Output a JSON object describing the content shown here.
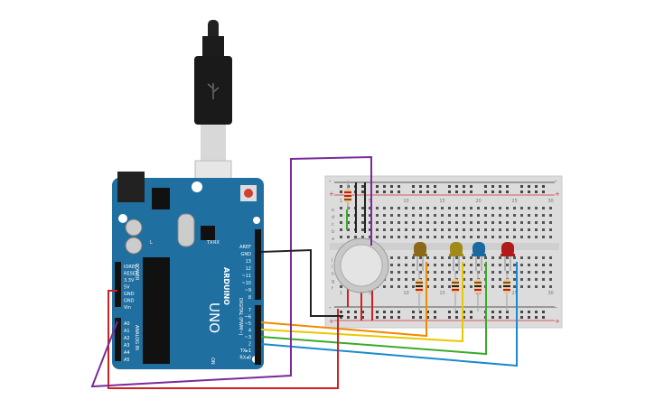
{
  "board": {
    "brand": "ARDUINO",
    "model": "UNO",
    "on_label": "ON",
    "tx_label": "TX",
    "rx_label": "RX",
    "l_label": "L",
    "power_header_title": "POWER",
    "analog_header_title": "ANALOG IN",
    "digital_header_title": "DIGITAL (PWM~)",
    "power_pins": [
      "IOREF",
      "RESET",
      "3.3V",
      "5V",
      "GND",
      "GND",
      "Vin"
    ],
    "analog_pins": [
      "A0",
      "A1",
      "A2",
      "A3",
      "A4",
      "A5"
    ],
    "digital_top_pins": [
      "AREF",
      "GND",
      "13",
      "12",
      "~11",
      "~10",
      "~9",
      "8"
    ],
    "digital_bottom_pins": [
      "7",
      "~6",
      "~5",
      "4",
      "~3",
      "2",
      "TX▸1",
      "RX◂0"
    ]
  },
  "breadboard": {
    "column_numbers": [
      "1",
      "5",
      "10",
      "15",
      "20",
      "25",
      "30"
    ],
    "row_letters_top": [
      "a",
      "b",
      "c",
      "d",
      "e"
    ],
    "row_letters_bottom": [
      "f",
      "g",
      "h",
      "i",
      "j"
    ],
    "rail_minus": "-",
    "rail_plus": "+"
  },
  "components": {
    "leds": [
      {
        "name": "led-1",
        "color": "#8a6a1a"
      },
      {
        "name": "led-2",
        "color": "#a08a1a"
      },
      {
        "name": "led-3",
        "color": "#1a6aa0"
      },
      {
        "name": "led-4",
        "color": "#b01a1a"
      }
    ],
    "sensor": "gas-sensor"
  },
  "wires": {
    "orange": "#f08a00",
    "yellow": "#e8c800",
    "green": "#3aaa2a",
    "blue": "#1a8ad0",
    "red": "#d02020",
    "purple": "#7a2a9a",
    "black": "#222222"
  }
}
